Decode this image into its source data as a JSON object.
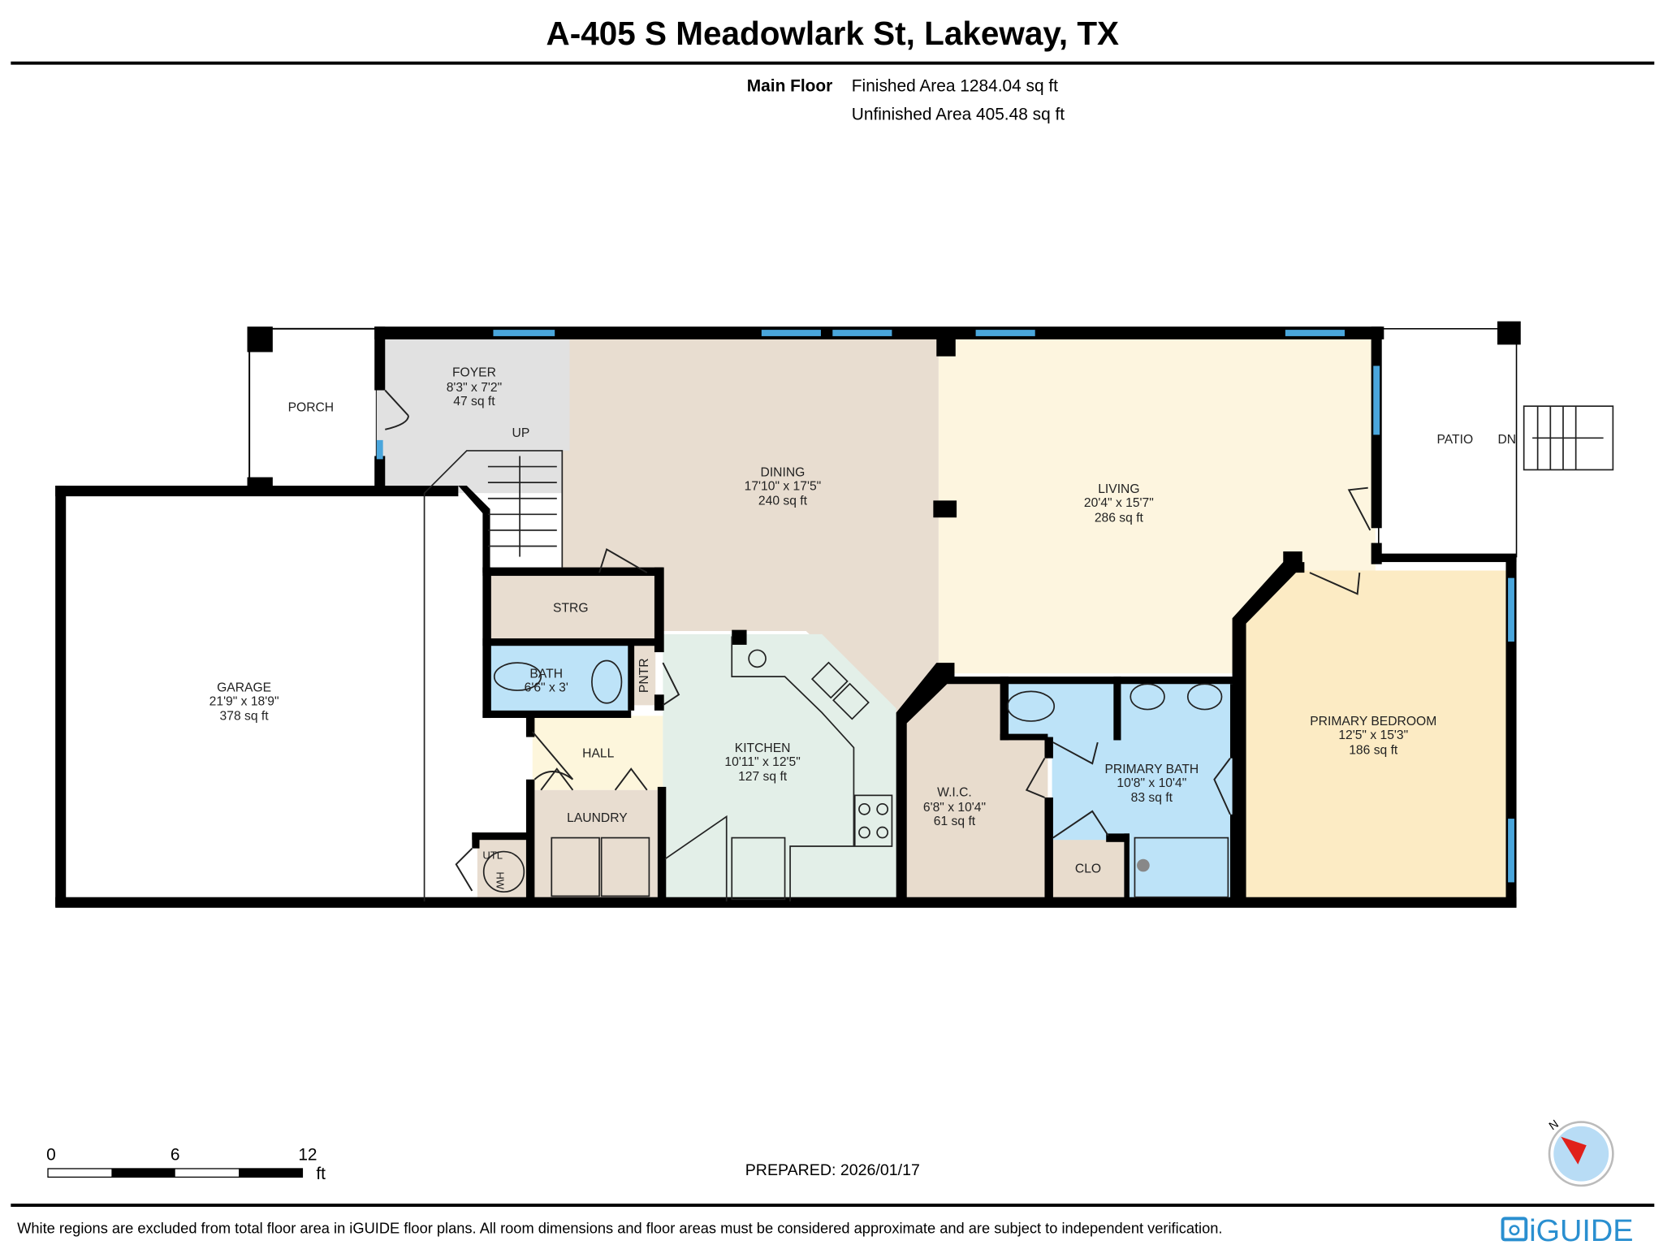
{
  "header": {
    "title": "A-405 S Meadowlark St, Lakeway, TX",
    "floor_name": "Main Floor",
    "finished_area": "Finished Area 1284.04 sq ft",
    "unfinished_area": "Unfinished Area 405.48 sq ft"
  },
  "rooms": {
    "porch": {
      "name": "PORCH"
    },
    "foyer": {
      "name": "FOYER",
      "dims": "8'3\" x 7'2\"",
      "area": "47 sq ft"
    },
    "stairs_up": {
      "name": "UP"
    },
    "dining": {
      "name": "DINING",
      "dims": "17'10\" x 17'5\"",
      "area": "240 sq ft"
    },
    "living": {
      "name": "LIVING",
      "dims": "20'4\" x 15'7\"",
      "area": "286 sq ft"
    },
    "patio": {
      "name": "PATIO"
    },
    "stairs_down": {
      "name": "DN"
    },
    "garage": {
      "name": "GARAGE",
      "dims": "21'9\" x 18'9\"",
      "area": "378 sq ft"
    },
    "strg": {
      "name": "STRG"
    },
    "bath": {
      "name": "BATH",
      "dims": "6'6\" x 3'"
    },
    "pntr": {
      "name": "PNTR"
    },
    "hall": {
      "name": "HALL"
    },
    "laundry": {
      "name": "LAUNDRY"
    },
    "utl": {
      "name": "UTL",
      "equipment": "HW"
    },
    "kitchen": {
      "name": "KITCHEN",
      "dims": "10'11\" x 12'5\"",
      "area": "127 sq ft"
    },
    "wic": {
      "name": "W.I.C.",
      "dims": "6'8\" x 10'4\"",
      "area": "61 sq ft"
    },
    "primary_bath": {
      "name": "PRIMARY BATH",
      "dims": "10'8\" x 10'4\"",
      "area": "83 sq ft"
    },
    "clo": {
      "name": "CLO"
    },
    "primary_bedroom": {
      "name": "PRIMARY BEDROOM",
      "dims": "12'5\" x 15'3\"",
      "area": "186 sq ft"
    }
  },
  "colors": {
    "foyer": "#e1e1e1",
    "dining": "#e8ddd0",
    "living": "#fdf5df",
    "bath": "#bde3f8",
    "hall": "#fdf6dc",
    "kitchen": "#e3efe8",
    "wic": "#e8dccd",
    "bedroom": "#fcebc4",
    "window": "#4aa6dc",
    "compass_needle": "#e0201b",
    "brand": "#2a8fd0"
  },
  "scale_bar": {
    "ticks": [
      "0",
      "6",
      "12"
    ],
    "unit": "ft"
  },
  "compass": {
    "north_label": "N"
  },
  "prepared": "PREPARED: 2026/01/17",
  "footer": {
    "disclaimer": "White regions are excluded from total floor area in iGUIDE floor plans. All room dimensions and floor areas must be considered approximate and are subject to independent verification.",
    "logo": "iGUIDE"
  }
}
